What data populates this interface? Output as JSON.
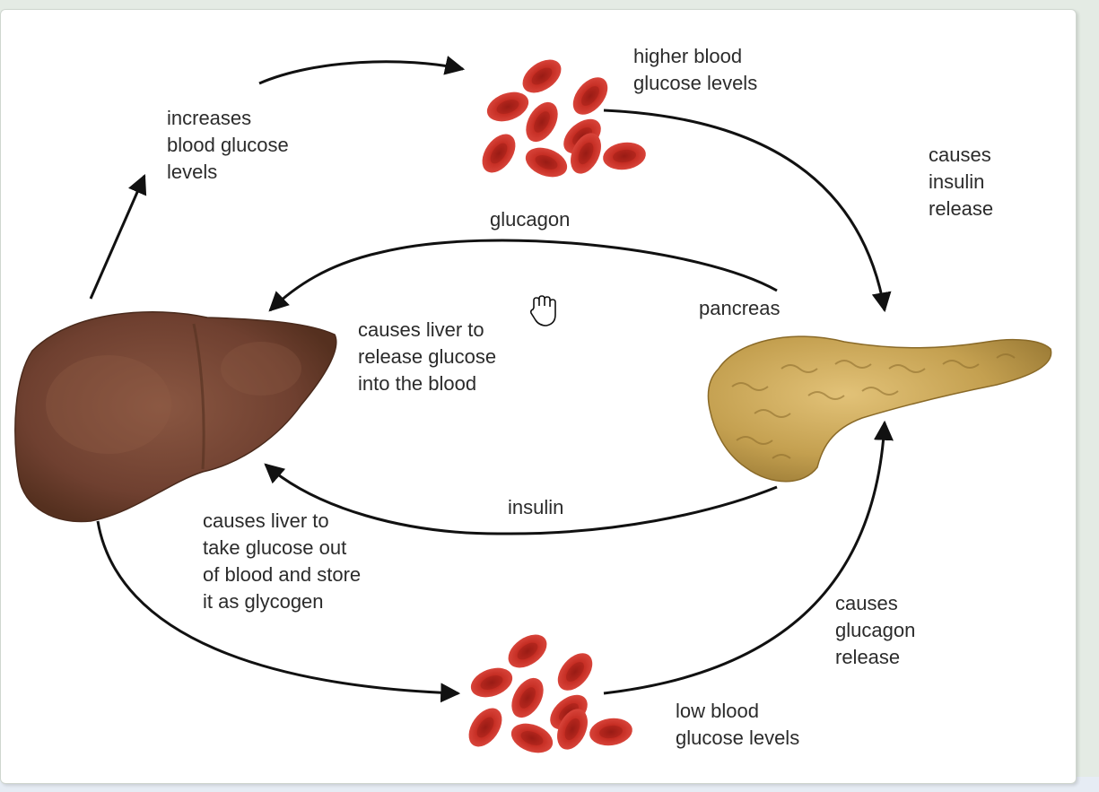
{
  "labels": {
    "increases": "increases\nblood glucose\nlevels",
    "higher": "higher blood\nglucose levels",
    "causes_insulin": "causes\ninsulin\nrelease",
    "glucagon": "glucagon",
    "pancreas": "pancreas",
    "release_glucose": "causes liver to\nrelease glucose\ninto the blood",
    "insulin": "insulin",
    "store_glycogen": "causes liver to\ntake glucose out\nof blood and store\nit as glycogen",
    "causes_glucagon": "causes\nglucagon\nrelease",
    "low": "low blood\nglucose levels"
  },
  "colors": {
    "liver": "#7a4a38",
    "pancreas": "#c9a55a",
    "blood_cell": "#c8281f",
    "arrow": "#111111"
  },
  "icons": [
    "liver-illustration",
    "pancreas-illustration",
    "red-blood-cells-icon",
    "hand-cursor-icon"
  ]
}
